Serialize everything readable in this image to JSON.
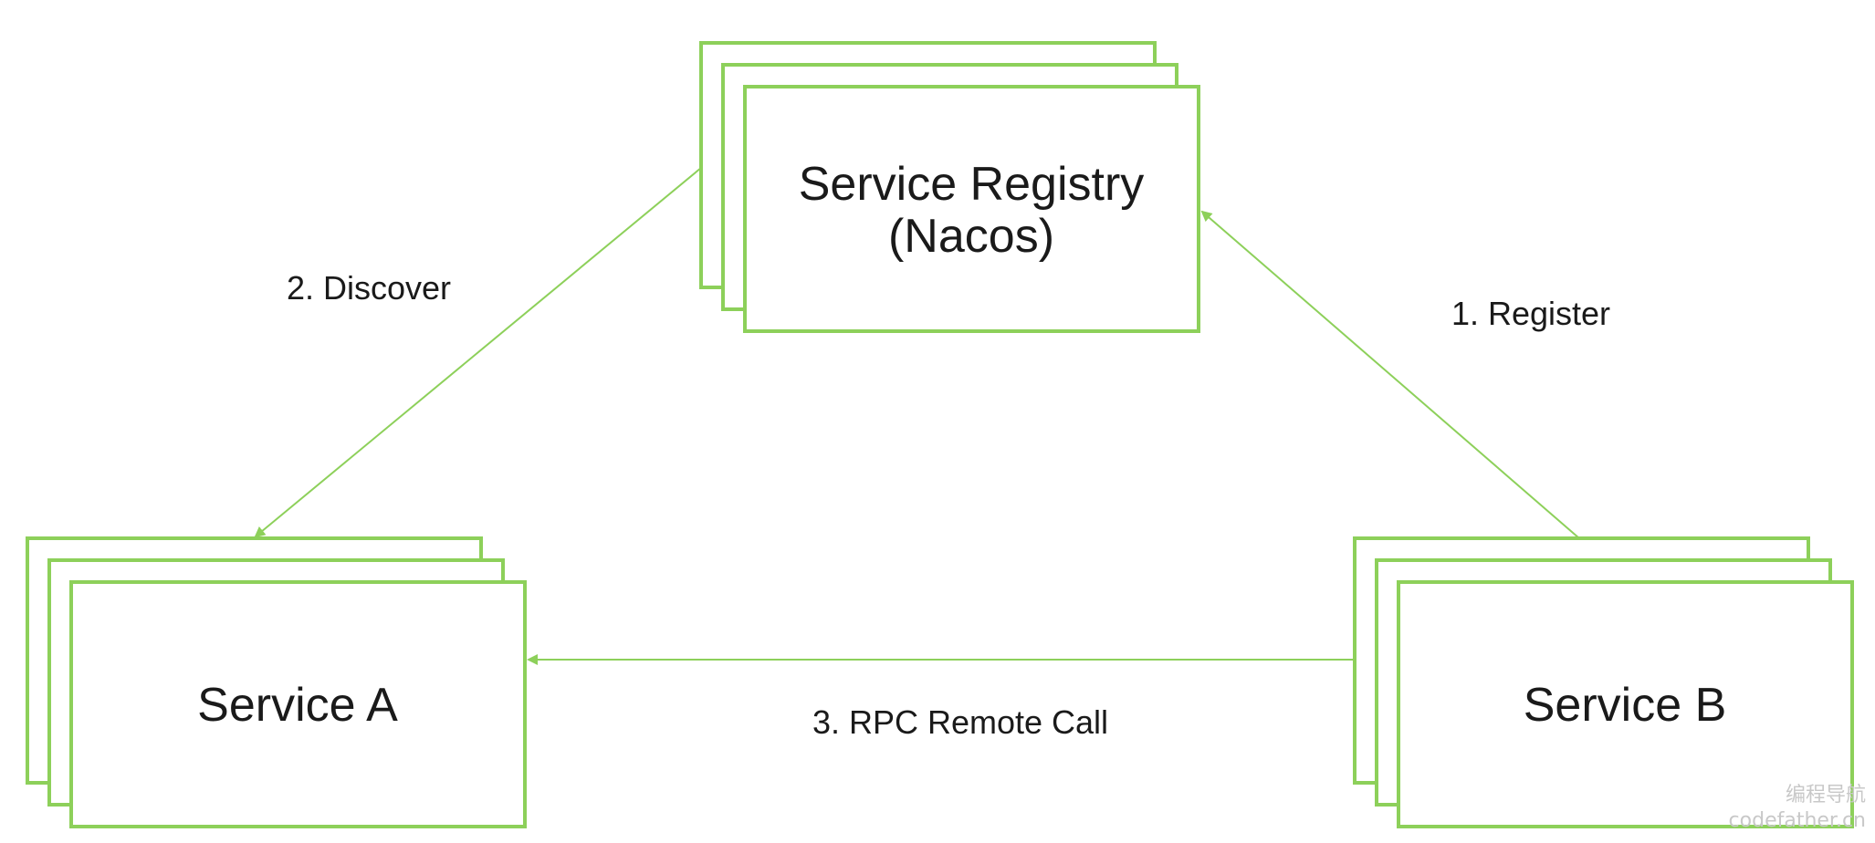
{
  "nodes": {
    "registry": {
      "line1": "Service Registry",
      "line2": "(Nacos)"
    },
    "service_a": {
      "label": "Service A"
    },
    "service_b": {
      "label": "Service B"
    }
  },
  "edges": {
    "register": {
      "label": "1. Register"
    },
    "discover": {
      "label": "2. Discover"
    },
    "rpc_call": {
      "label": "3. RPC Remote Call"
    }
  },
  "watermark": {
    "line1": "编程导航",
    "line2": "codefather.cn"
  },
  "colors": {
    "accent": "#8dd05a",
    "text": "#1a1a1a",
    "watermark": "#c8c8c8"
  }
}
